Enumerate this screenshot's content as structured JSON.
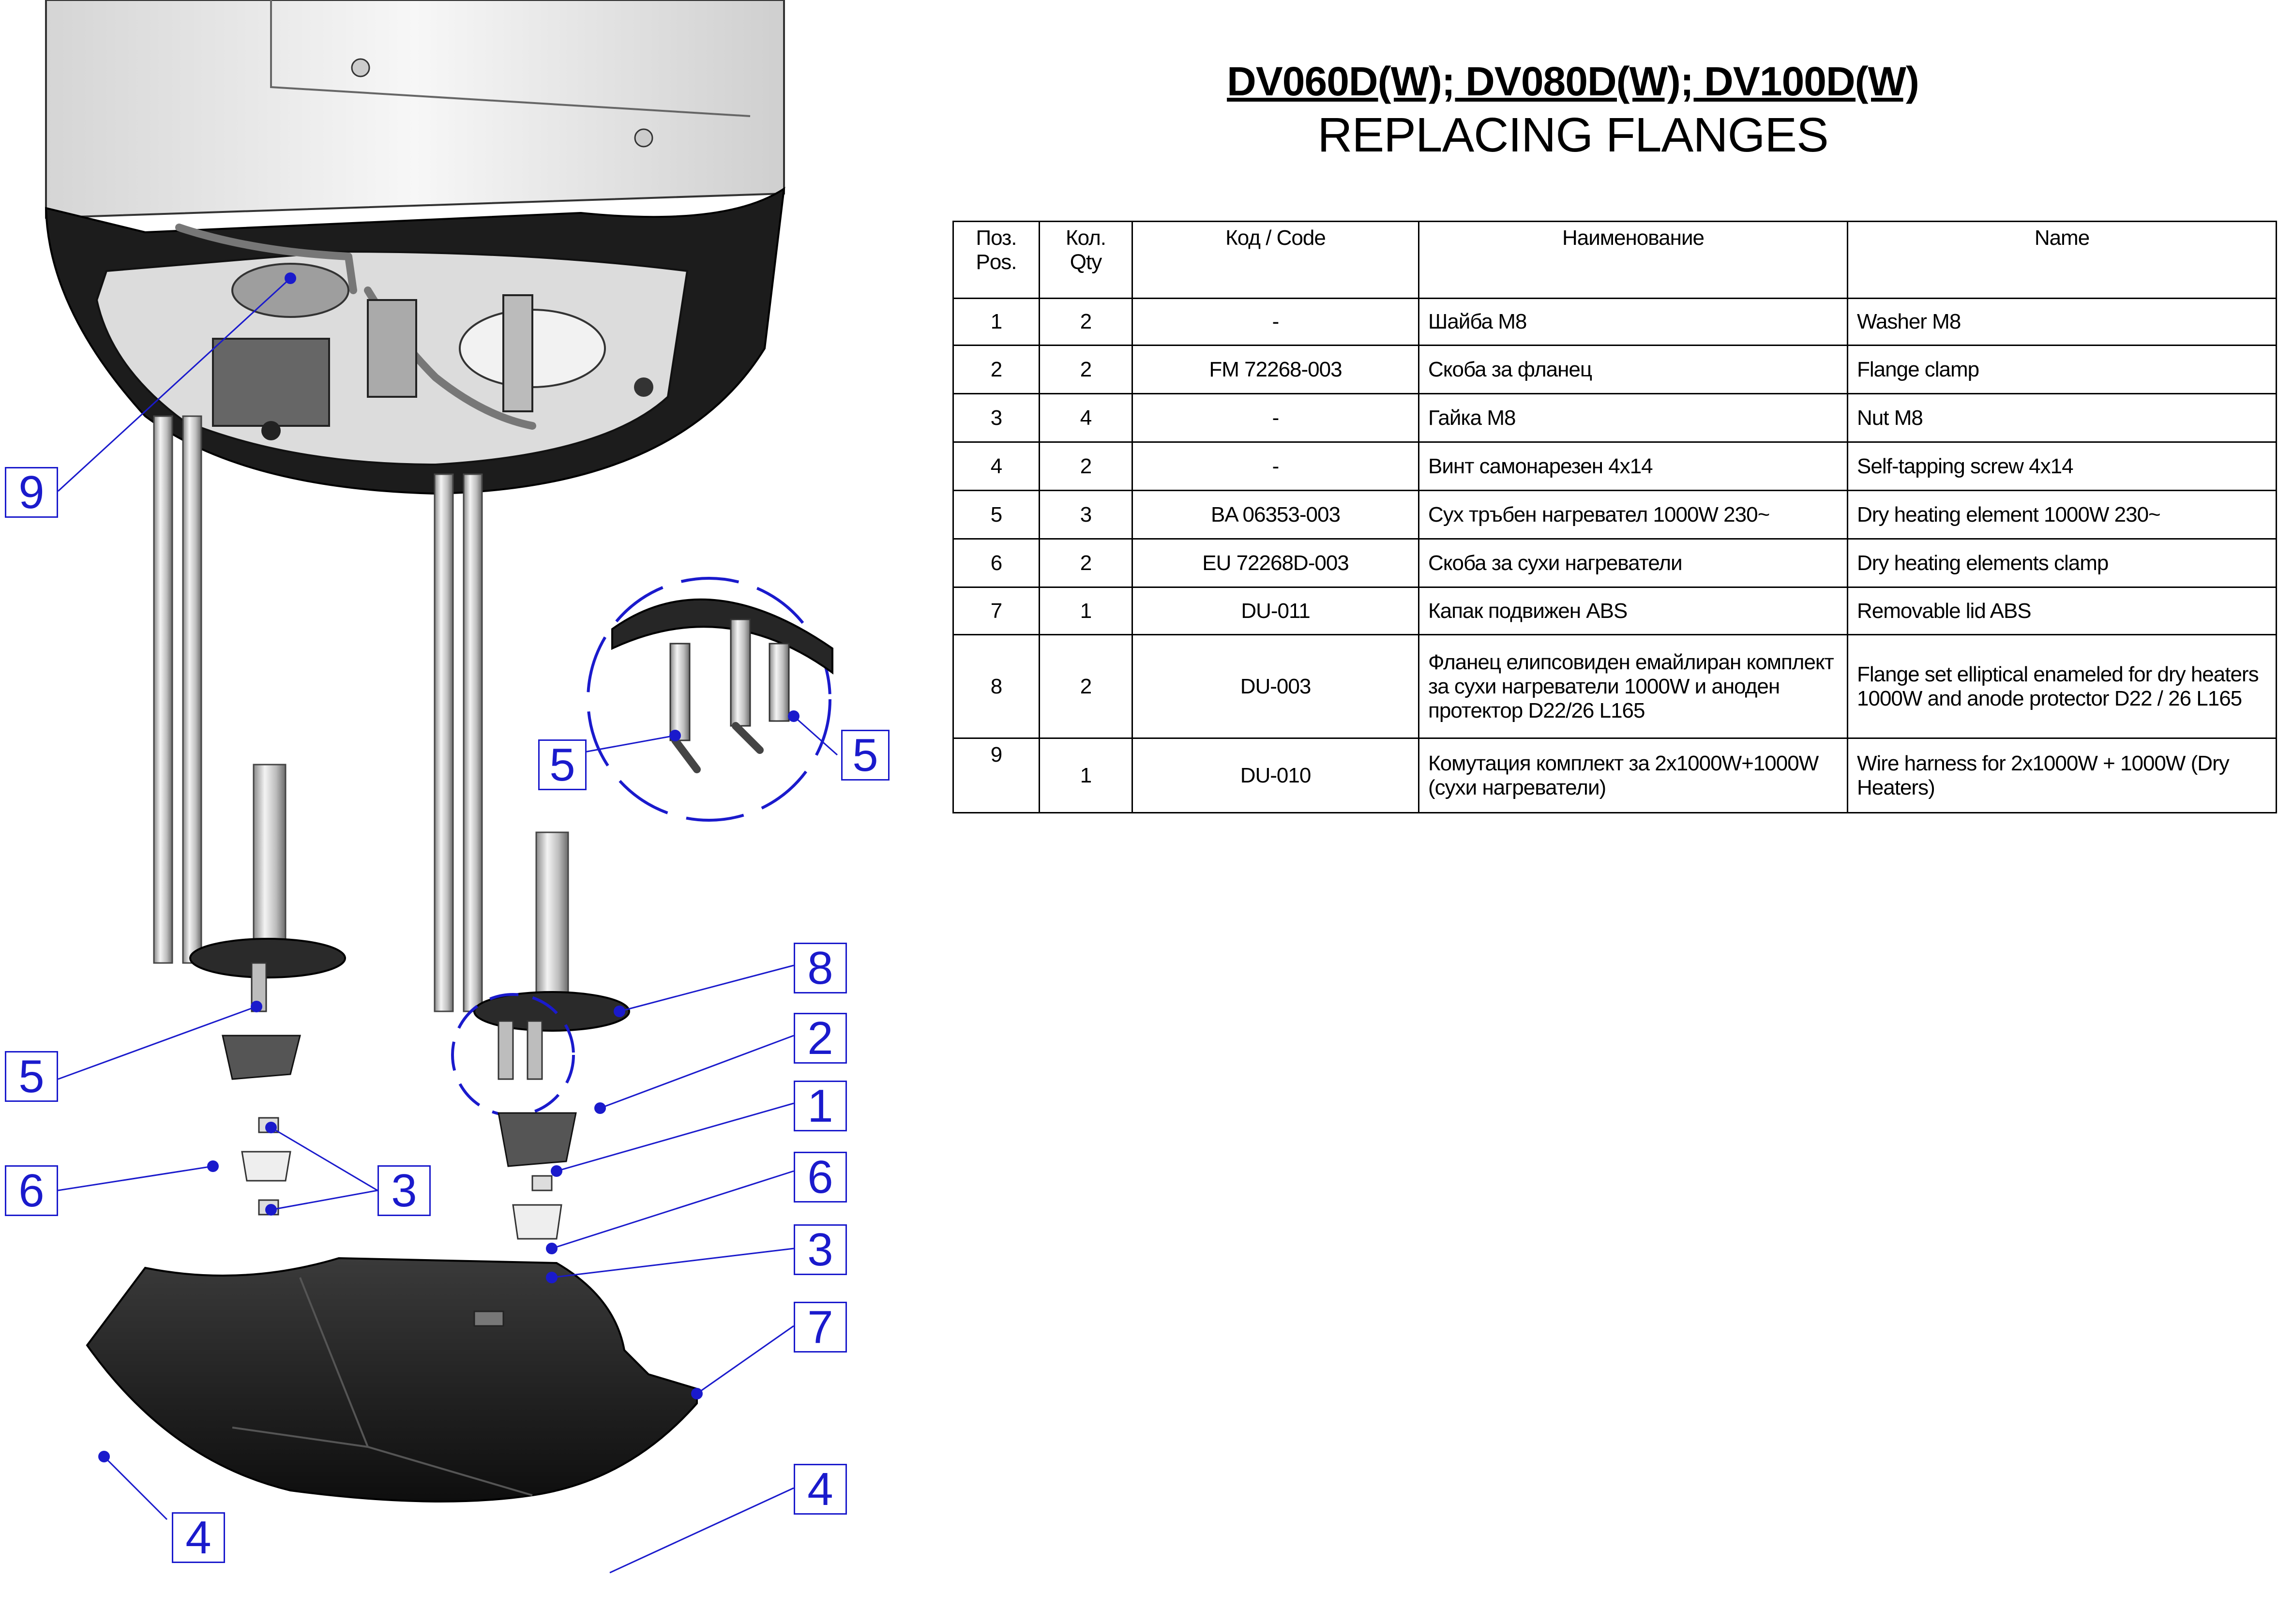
{
  "title": {
    "models": "DV060D(W); DV080D(W); DV100D(W)",
    "subtitle": "REPLACING FLANGES"
  },
  "table": {
    "headers": {
      "pos": "Поз.\nPos.",
      "qty": "Кол.\nQty",
      "code": "Код / Code",
      "name_bg": "Наименование",
      "name_en": "Name"
    },
    "rows": [
      {
        "pos": "1",
        "qty": "2",
        "code": "-",
        "name_bg": "Шайба М8",
        "name_en": "Washer M8"
      },
      {
        "pos": "2",
        "qty": "2",
        "code": "FM 72268-003",
        "name_bg": "Скоба за фланец",
        "name_en": "Flange clamp"
      },
      {
        "pos": "3",
        "qty": "4",
        "code": "-",
        "name_bg": "Гайка М8",
        "name_en": "Nut M8"
      },
      {
        "pos": "4",
        "qty": "2",
        "code": "-",
        "name_bg": "Винт самонарезен 4х14",
        "name_en": "Self-tapping screw 4x14"
      },
      {
        "pos": "5",
        "qty": "3",
        "code": "BA 06353-003",
        "name_bg": "Сух тръбен нагревател 1000W 230~",
        "name_en": "Dry heating element 1000W 230~"
      },
      {
        "pos": "6",
        "qty": "2",
        "code": "EU 72268D-003",
        "name_bg": "Скоба за сухи нагреватели",
        "name_en": "Dry heating elements clamp"
      },
      {
        "pos": "7",
        "qty": "1",
        "code": "DU-011",
        "name_bg": "Капак подвижен ABS",
        "name_en": "Removable lid ABS"
      },
      {
        "pos": "8",
        "qty": "2",
        "code": "DU-003",
        "name_bg": "Фланец елипсовиден емайлиран комплект за сухи нагреватели 1000W и аноден протектор D22/26 L165",
        "name_en": "Flange set elliptical enameled for dry heaters 1000W and anode protector D22 / 26 L165"
      },
      {
        "pos": "9",
        "qty": "1",
        "code": "DU-010",
        "name_bg": "Комутация комплект за 2х1000W+1000W (сухи нагреватели)",
        "name_en": "Wire harness for 2x1000W + 1000W (Dry Heaters)"
      }
    ]
  },
  "callouts": [
    "9",
    "5",
    "5",
    "5",
    "8",
    "2",
    "1",
    "6",
    "3",
    "6",
    "3",
    "7",
    "4",
    "4"
  ],
  "colors": {
    "callout": "#1a1acc",
    "body_dark": "#1c1c1c",
    "shell": "#e8e8e8"
  }
}
